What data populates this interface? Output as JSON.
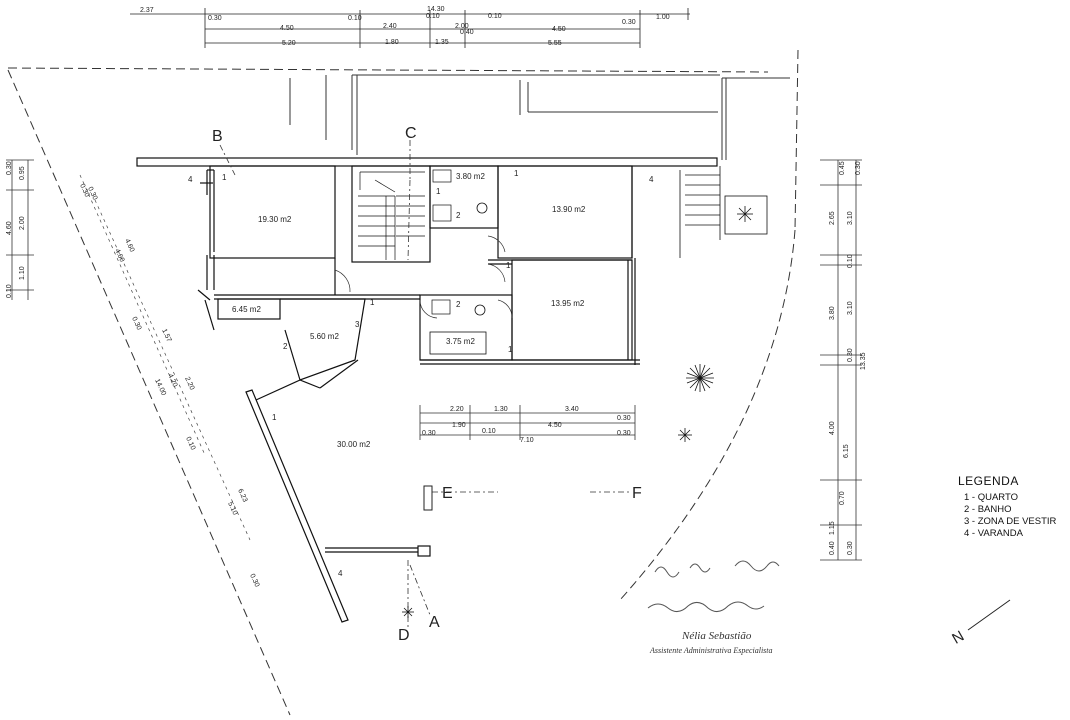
{
  "top_dimensions": {
    "row1": [
      "2.37",
      "0.30",
      "0.10",
      "14.30",
      "0.10",
      "0.10",
      "0.30",
      "1.00"
    ],
    "row2": [
      "4.50",
      "2.40",
      "2.00",
      "0.40",
      "4.50"
    ],
    "row3": [
      "5.20",
      "1.80",
      "1.35",
      "5.55"
    ]
  },
  "left_dimensions": [
    "0.30",
    "0.95",
    "4.60",
    "2.00",
    "1.10",
    "0.10"
  ],
  "left_diag_dims": [
    "0.30",
    "0.30",
    "4.60",
    "4.60",
    "0.30",
    "1.57",
    "14.00",
    "4.20",
    "2.20",
    "0.10",
    "6.23",
    "5.10",
    "0.30"
  ],
  "right_dimensions": [
    "0.45",
    "0.30",
    "2.65",
    "3.10",
    "0.10",
    "3.80",
    "3.10",
    "13.35",
    "0.30",
    "4.00",
    "6.15",
    "0.70",
    "1.15",
    "0.40",
    "0.30"
  ],
  "inner_dimensions": {
    "row1": [
      "2.20",
      "1.30",
      "3.40"
    ],
    "row2": [
      "1.90",
      "0.10",
      "4.50",
      "0.30"
    ],
    "row3": [
      "0.30",
      "7.10",
      "0.30"
    ]
  },
  "rooms": [
    {
      "id": "quarto-b",
      "area": "19.30 m2"
    },
    {
      "id": "banho-top",
      "area": "3.80 m2"
    },
    {
      "id": "quarto-top-right",
      "area": "13.90 m2"
    },
    {
      "id": "quarto-bottom-right",
      "area": "13.95 m2"
    },
    {
      "id": "vestir-left",
      "area": "6.45 m2"
    },
    {
      "id": "vestir-mid",
      "area": "5.60 m2"
    },
    {
      "id": "banho-bottom",
      "area": "3.75 m2"
    },
    {
      "id": "varanda",
      "area": "30.00 m2"
    }
  ],
  "room_numbers": [
    "4",
    "1",
    "1",
    "2",
    "1",
    "4",
    "2",
    "1",
    "3",
    "1",
    "2",
    "1",
    "1",
    "4"
  ],
  "section_markers": [
    "B",
    "C",
    "E",
    "F",
    "D",
    "A"
  ],
  "legend": {
    "title": "LEGENDA",
    "items": [
      "1 - QUARTO",
      "2 - BANHO",
      "3 - ZONA DE VESTIR",
      "4 - VARANDA"
    ]
  },
  "north_label": "N",
  "signature": {
    "name": "Nélia Sebastião",
    "role": "Assistente Administrativa Especialista"
  }
}
